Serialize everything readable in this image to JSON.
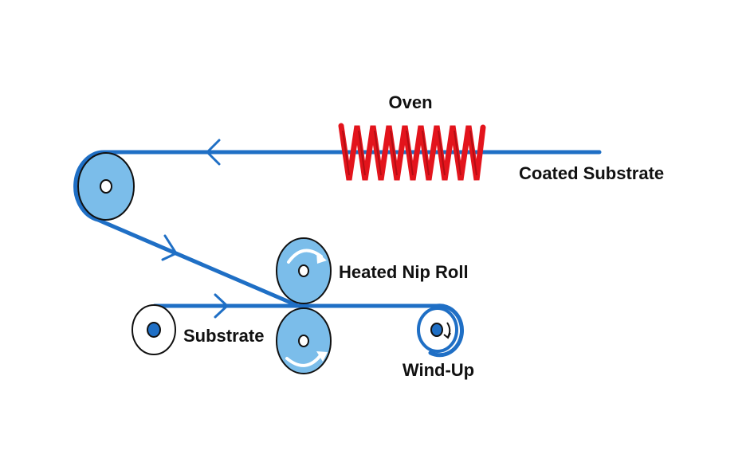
{
  "labels": {
    "oven": "Oven",
    "coated_substrate": "Coated Substrate",
    "heated_nip_roll": "Heated Nip Roll",
    "substrate": "Substrate",
    "wind_up": "Wind-Up"
  },
  "colors": {
    "web": "#1f6fc5",
    "roll_fill": "#7bbdea",
    "heater": "#e3141c",
    "heater_dark": "#9e0a10",
    "outline": "#111111"
  }
}
